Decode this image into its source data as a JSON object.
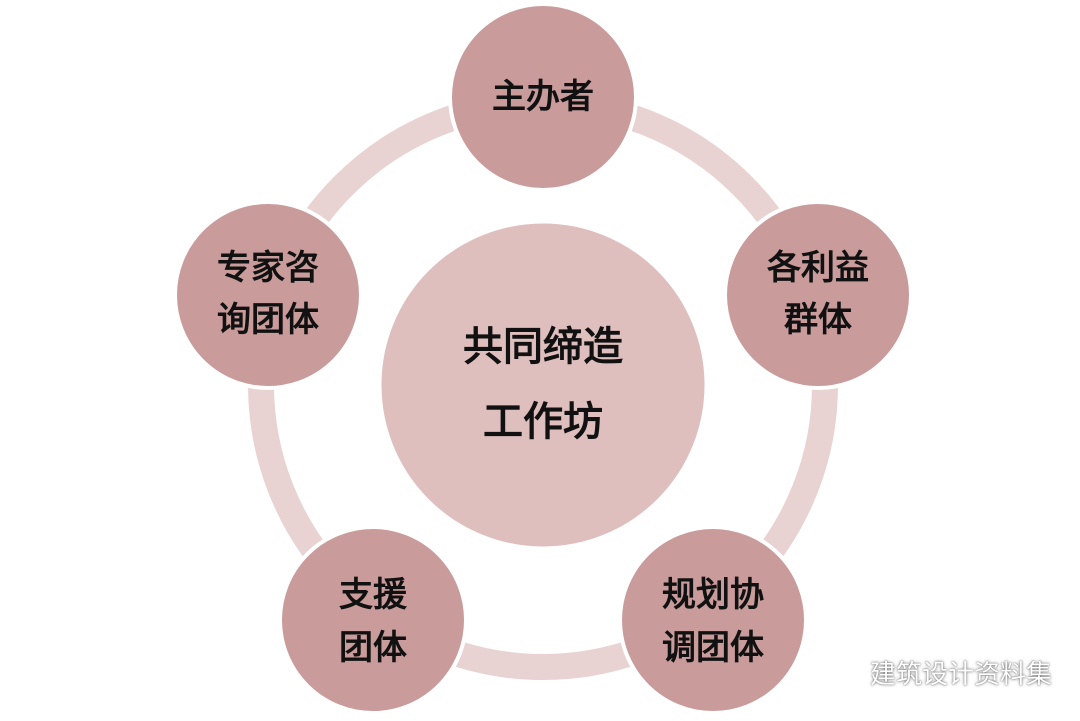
{
  "center": {
    "lines": [
      "共同缔造",
      "工作坊"
    ]
  },
  "nodes": [
    {
      "id": "organizer",
      "lines": [
        "主办者"
      ]
    },
    {
      "id": "stakeholders",
      "lines": [
        "各利益",
        "群体"
      ]
    },
    {
      "id": "planning",
      "lines": [
        "规划协",
        "调团体"
      ]
    },
    {
      "id": "support",
      "lines": [
        "支援",
        "团体"
      ]
    },
    {
      "id": "experts",
      "lines": [
        "专家咨",
        "询团体"
      ]
    }
  ],
  "watermark": {
    "text": "建筑设计资料集",
    "icon": "wechat-icon"
  },
  "colors": {
    "ring": "#e8d2d2",
    "node_fill": "#c99b9b",
    "node_stroke": "#ffffff",
    "center_fill": "#dfbebe",
    "text": "#111111"
  }
}
